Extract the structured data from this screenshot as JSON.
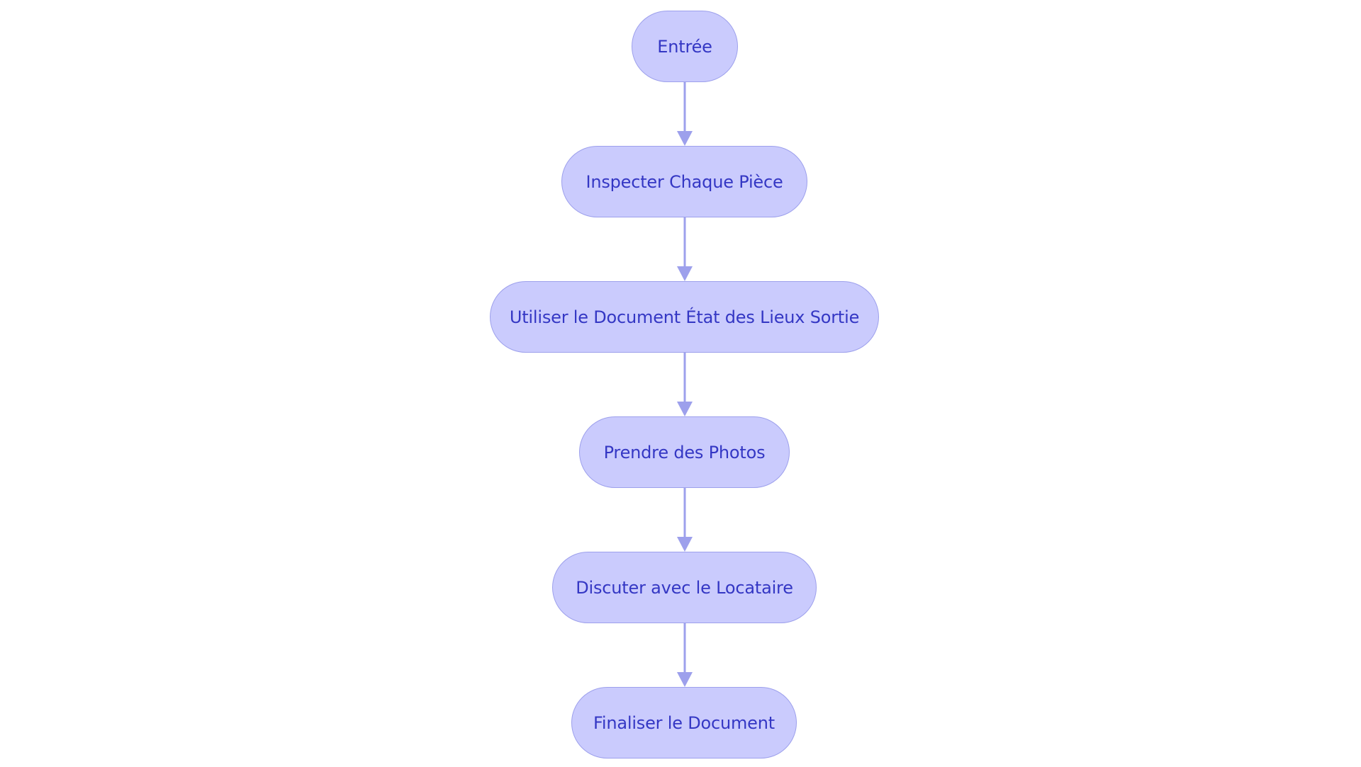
{
  "flowchart": {
    "nodes": [
      {
        "id": "entree",
        "label": "Entrée"
      },
      {
        "id": "inspecter",
        "label": "Inspecter Chaque Pièce"
      },
      {
        "id": "utiliser",
        "label": "Utiliser le Document État des Lieux Sortie"
      },
      {
        "id": "photos",
        "label": "Prendre des Photos"
      },
      {
        "id": "discuter",
        "label": "Discuter avec le Locataire"
      },
      {
        "id": "finaliser",
        "label": "Finaliser le Document"
      }
    ],
    "edges": [
      {
        "from": "entree",
        "to": "inspecter"
      },
      {
        "from": "inspecter",
        "to": "utiliser"
      },
      {
        "from": "utiliser",
        "to": "photos"
      },
      {
        "from": "photos",
        "to": "discuter"
      },
      {
        "from": "discuter",
        "to": "finaliser"
      }
    ]
  },
  "colors": {
    "node_fill": "#cacbfd",
    "node_border": "#9da0ec",
    "node_text": "#3437c4",
    "edge": "#9da0ec"
  }
}
